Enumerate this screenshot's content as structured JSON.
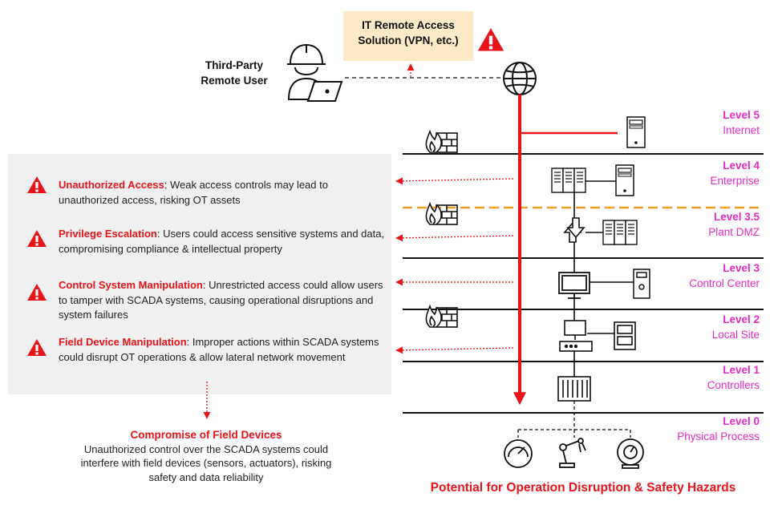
{
  "top": {
    "it_box_line1": "IT Remote Access",
    "it_box_line2": "Solution (VPN, etc.)",
    "user_line1": "Third-Party",
    "user_line2": "Remote User"
  },
  "levels": [
    {
      "number": "Level 5",
      "name": "Internet"
    },
    {
      "number": "Level 4",
      "name": "Enterprise"
    },
    {
      "number": "Level 3.5",
      "name": "Plant DMZ"
    },
    {
      "number": "Level 3",
      "name": "Control Center"
    },
    {
      "number": "Level 2",
      "name": "Local Site"
    },
    {
      "number": "Level 1",
      "name": "Controllers"
    },
    {
      "number": "Level 0",
      "name": "Physical Process"
    }
  ],
  "risks": [
    {
      "title": "Unauthorized Access",
      "text": ": Weak access controls may lead to unauthorized access, risking OT assets"
    },
    {
      "title": "Privilege Escalation",
      "text": ": Users could access sensitive systems and data, compromising compliance & intellectual property"
    },
    {
      "title": "Control System Manipulation",
      "text": ": Unrestricted access could allow users to tamper with SCADA systems, causing operational disruptions and system failures"
    },
    {
      "title": "Field Device Manipulation",
      "text": ": Improper actions within SCADA systems could disrupt OT operations & allow lateral network movement"
    }
  ],
  "compromise": {
    "title": "Compromise of Field Devices",
    "text": "Unauthorized control over the SCADA systems could interfere with field devices (sensors, actuators), risking safety and data reliability"
  },
  "footer": "Potential for Operation Disruption & Safety Hazards",
  "colors": {
    "accent_red": "#e8141a",
    "level_pink": "#e52bc4",
    "dmz_orange": "#f0a020",
    "it_box": "#fbeac5",
    "panel": "#f0f0f0"
  },
  "icons": [
    "warning-icon",
    "firewall-icon",
    "globe-icon",
    "server-icon",
    "monitor-icon",
    "gauge-icon",
    "robot-arm-icon",
    "pressure-gauge-icon",
    "engineer-laptop-icon"
  ]
}
